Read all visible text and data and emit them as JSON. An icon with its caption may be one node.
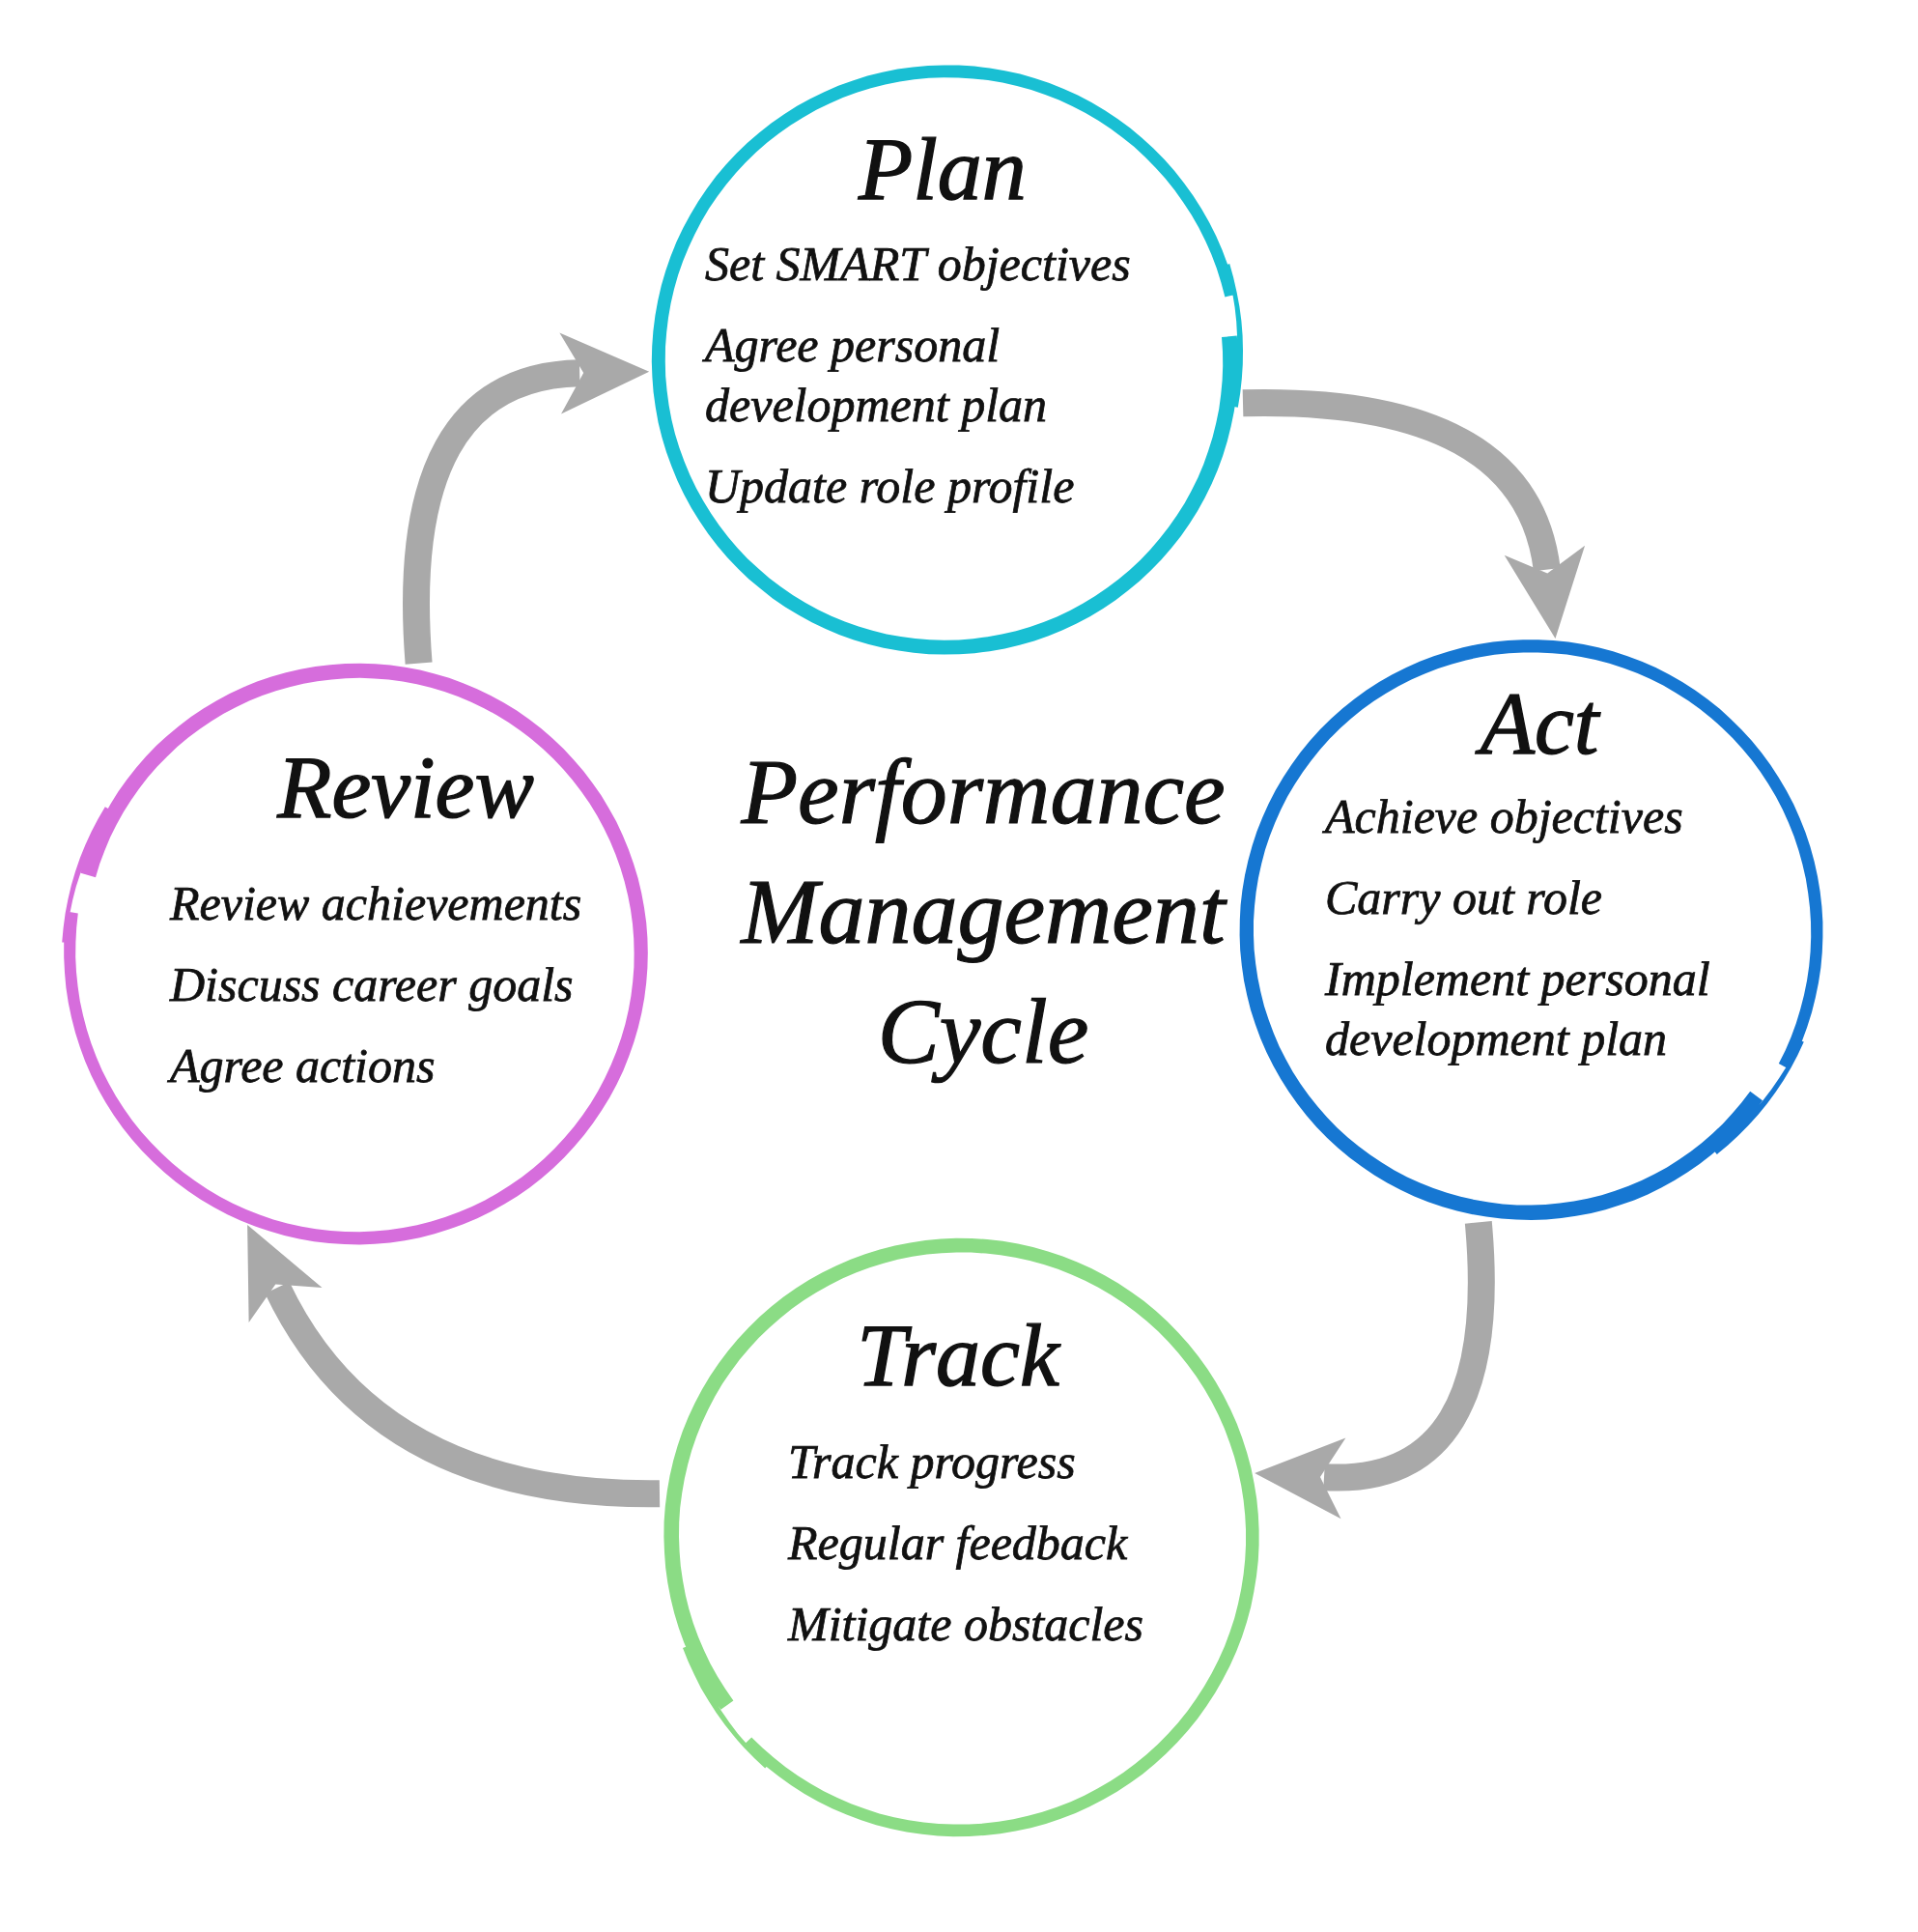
{
  "diagram": {
    "title": "Performance Management Cycle",
    "nodes": [
      {
        "text": [
          "Plan",
          "Set SMART objectives",
          "Agree personal development plan",
          "Update role profile"
        ]
      },
      {
        "text": [
          "Act",
          "Achieve objectives",
          "Carry out role",
          "Implement personal development plan"
        ]
      },
      {
        "text": [
          "Track",
          "Track progress",
          "Regular feedback",
          "Mitigate obstacles"
        ]
      },
      {
        "text": [
          "Review",
          "Review achievements",
          "Discuss career goals",
          "Agree actions"
        ]
      }
    ],
    "edges": [
      {
        "from": 0,
        "to": 1,
        "arrow": "to"
      },
      {
        "from": 1,
        "to": 2,
        "arrow": "to"
      },
      {
        "from": 2,
        "to": 3,
        "arrow": "to"
      },
      {
        "from": 3,
        "to": 0,
        "arrow": "to"
      }
    ]
  }
}
